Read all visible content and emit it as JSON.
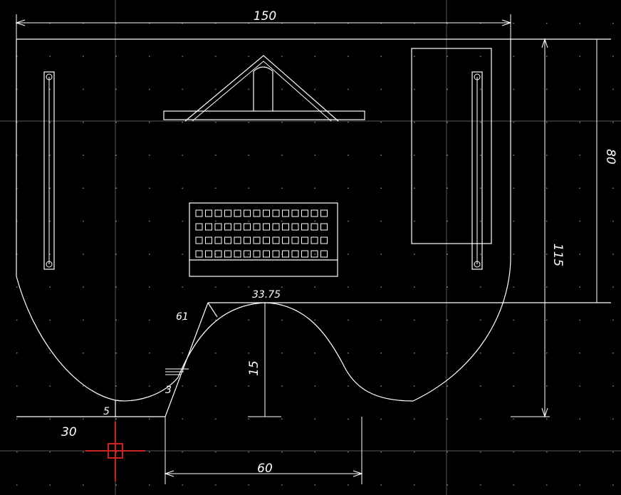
{
  "drawing": {
    "dimensions": {
      "top_width": "150",
      "right_height_outer": "80",
      "right_height_inner": "115",
      "bottom_span": "60",
      "left_offset": "30",
      "small_step": "5",
      "angle_label": "61",
      "center_label": "33.75",
      "center_height": "15",
      "marker": "3"
    },
    "colors": {
      "background": "#000000",
      "lines": "#ffffff",
      "grid_lines": "#5a5a5a",
      "grid_dots": "#808080",
      "cursor": "#cc2222"
    }
  }
}
